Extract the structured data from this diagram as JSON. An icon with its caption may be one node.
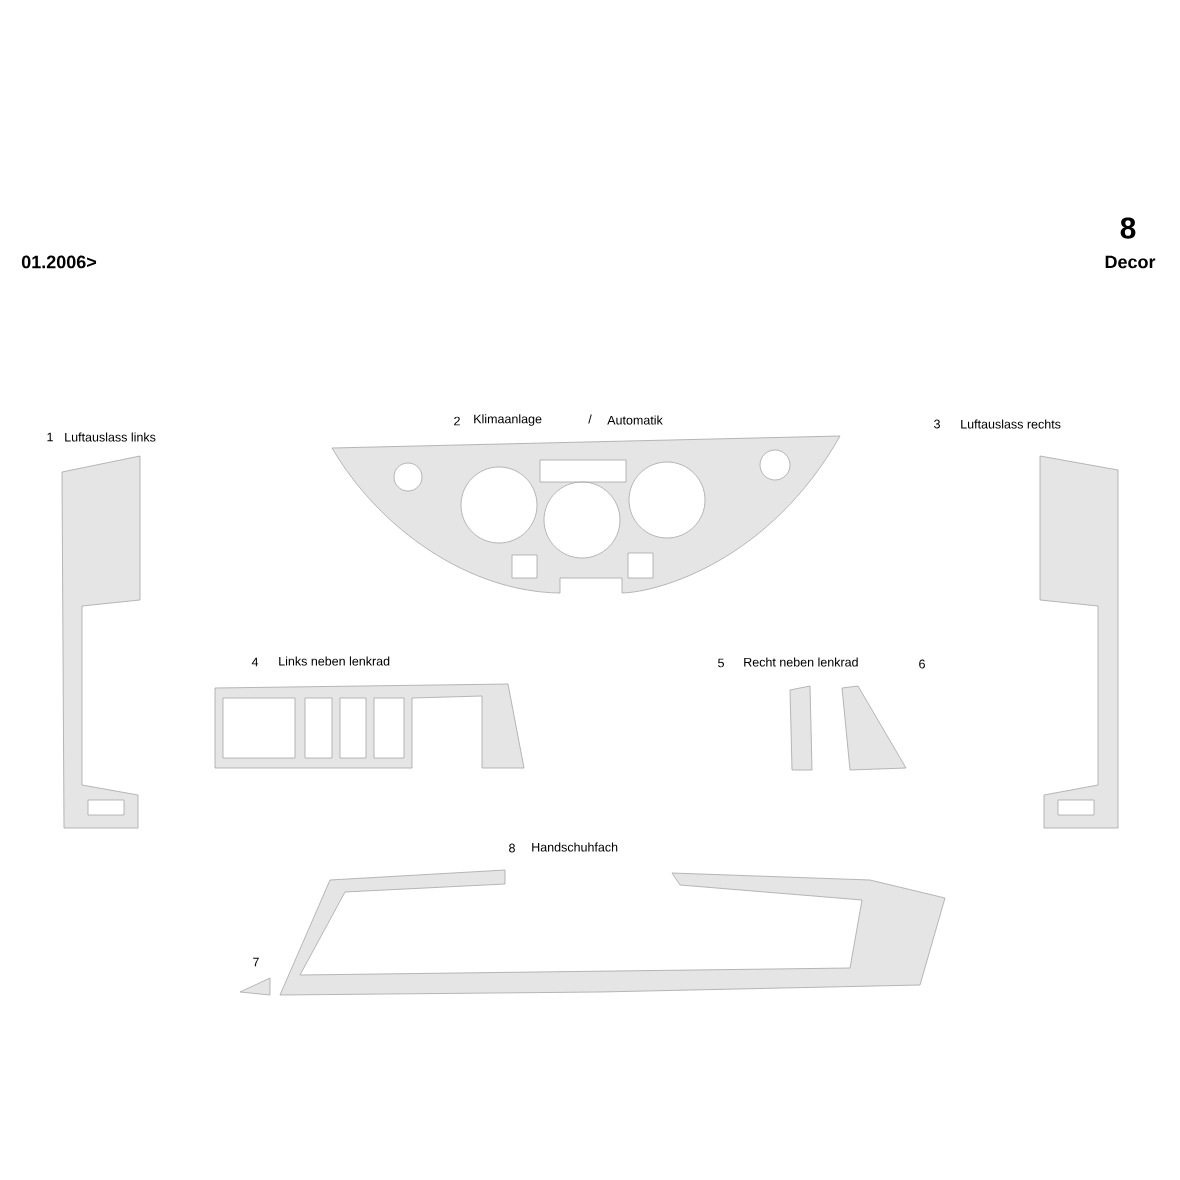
{
  "diagram": {
    "labels": [
      "01.2006>",
      "8",
      "Decor",
      "1",
      "Luftauslass links",
      "2",
      "Klimaanlage",
      "/",
      "Automatik",
      "3",
      "Luftauslass rechts",
      "4",
      "Links neben lenkrad",
      "5",
      "Recht neben lenkrad",
      "6",
      "8",
      "Handschuhfach",
      "7"
    ]
  }
}
